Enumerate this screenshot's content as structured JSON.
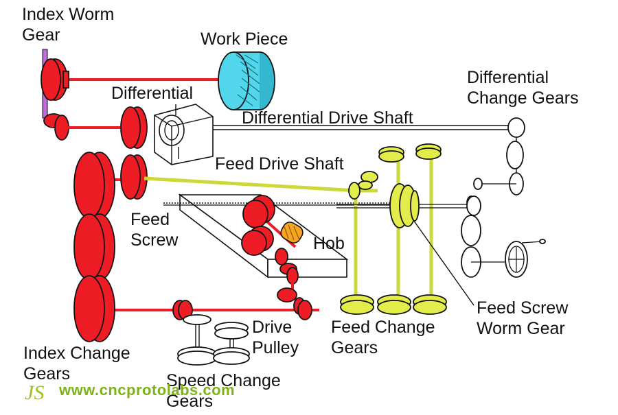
{
  "labels": {
    "index_worm_gear": [
      "Index Worm",
      "Gear"
    ],
    "work_piece": "Work Piece",
    "differential": "Differential",
    "differential_drive_shaft": "Differential Drive Shaft",
    "differential_change_gears": [
      "Differential",
      "Change Gears"
    ],
    "feed_drive_shaft": "Feed Drive Shaft",
    "feed_screw": [
      "Feed",
      "Screw"
    ],
    "hob": "Hob",
    "drive_pulley": [
      "Drive",
      "Pulley"
    ],
    "feed_change_gears": [
      "Feed Change",
      "Gears"
    ],
    "feed_screw_worm_gear": [
      "Feed Screw",
      "Worm Gear"
    ],
    "index_change_gears": [
      "Index Change",
      "Gears"
    ],
    "speed_change_gears": [
      "Speed Change",
      "Gears"
    ]
  },
  "watermark": {
    "logo": "JS",
    "url": "www.cncprotolabs.com"
  },
  "colors": {
    "red": "#ee1c25",
    "yellow": "#e2ec4a",
    "cyan": "#52d6ec",
    "orange": "#f5a623",
    "purple": "#c06bd8",
    "outline": "#111111",
    "watermark": "#7fb21a"
  }
}
